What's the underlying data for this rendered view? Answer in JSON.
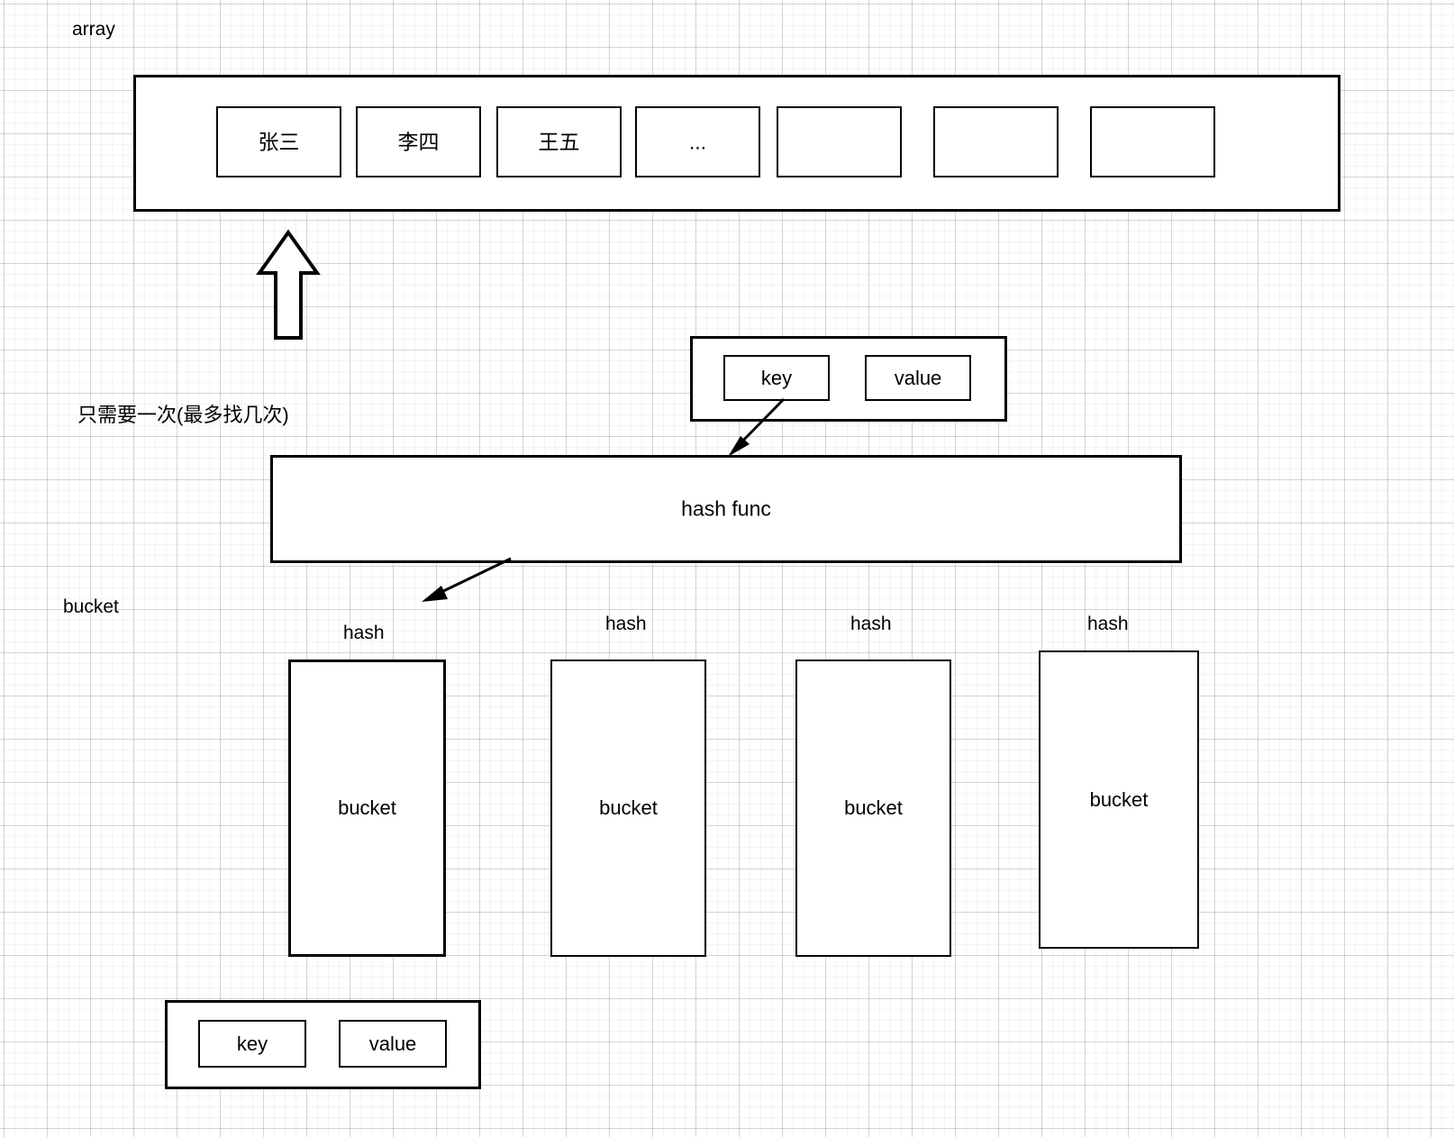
{
  "diagram": {
    "title_labels": {
      "array": "array",
      "bucket": "bucket",
      "note": "只需要一次(最多找几次)"
    },
    "array_section": {
      "label": "array",
      "cells": [
        {
          "text": "张三"
        },
        {
          "text": "李四"
        },
        {
          "text": "王五"
        },
        {
          "text": "..."
        },
        {
          "text": ""
        },
        {
          "text": ""
        },
        {
          "text": ""
        }
      ]
    },
    "kv_top": {
      "key_label": "key",
      "value_label": "value"
    },
    "hash_func": {
      "label": "hash func"
    },
    "buckets": [
      {
        "hash_label": "hash",
        "bucket_label": "bucket"
      },
      {
        "hash_label": "hash",
        "bucket_label": "bucket"
      },
      {
        "hash_label": "hash",
        "bucket_label": "bucket"
      },
      {
        "hash_label": "hash",
        "bucket_label": "bucket"
      }
    ],
    "kv_bottom": {
      "key_label": "key",
      "value_label": "value"
    },
    "colors": {
      "stroke": "#000000",
      "background": "#ffffff",
      "grid_minor": "rgba(0,0,0,0.045)",
      "grid_major": "rgba(0,0,0,0.13)"
    }
  }
}
